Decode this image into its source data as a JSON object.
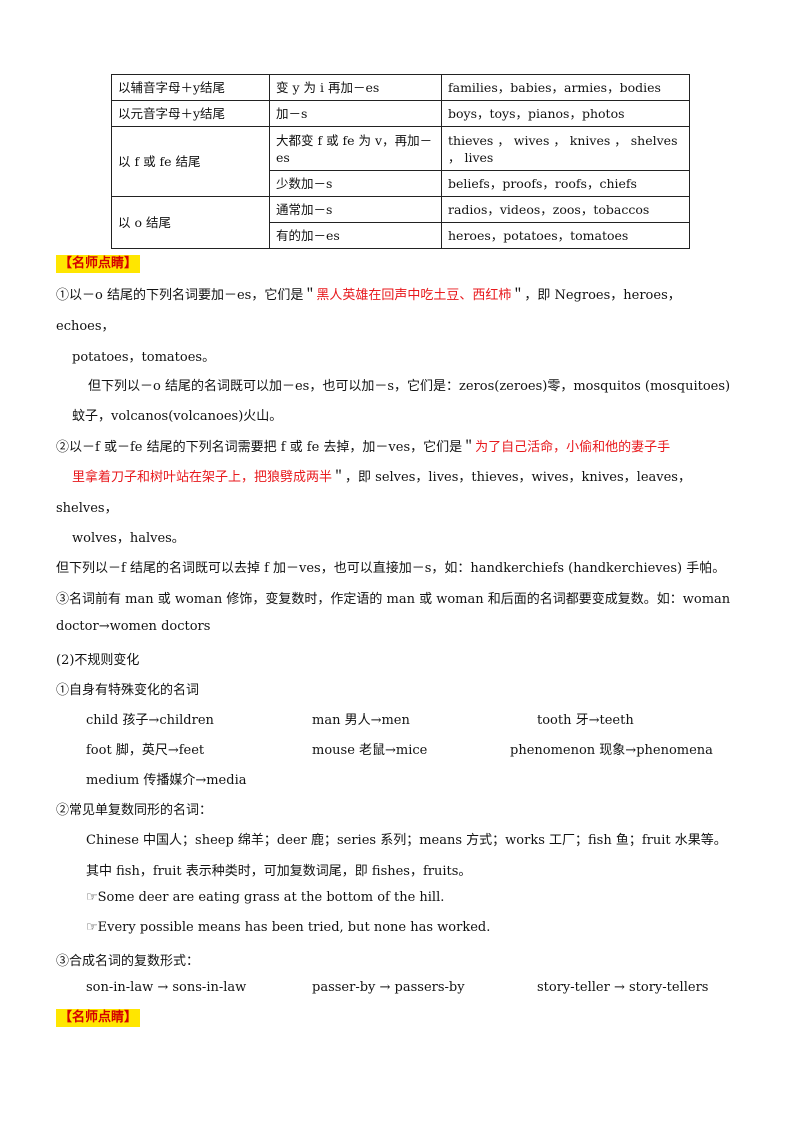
{
  "table": {
    "rows": [
      {
        "type": "以辅音字母＋y结尾",
        "rule": "变 y 为 i 再加－es",
        "examples": "families，babies，armies，bodies"
      },
      {
        "type": "以元音字母＋y结尾",
        "rule": "加－s",
        "examples": "boys，toys，pianos，photos"
      },
      {
        "type": "以 f 或 fe 结尾",
        "rule": "大都变 f 或 fe 为 v，再加－es",
        "examples": "thieves ， wives ， knives ， shelves ， lives"
      },
      {
        "type": "",
        "rule": "少数加－s",
        "examples": "beliefs，proofs，roofs，chiefs"
      },
      {
        "type": "以 o 结尾",
        "rule": "通常加－s",
        "examples": "radios，videos，zoos，tobaccos"
      },
      {
        "type": "",
        "rule": "有的加－es",
        "examples": "heroes，potatoes，tomatoes"
      }
    ]
  },
  "tip_label": "【名师点睛】",
  "note1": {
    "prefix": "①以－o 结尾的下列名词要加－es，它们是＂",
    "mnemonic": "黑人英雄在回声中吃土豆、西红柿",
    "suffix": "＂，即 Negroes，heroes，",
    "line2": "echoes，",
    "line3": "potatoes，tomatoes。",
    "line4": "但下列以－o 结尾的名词既可以加－es，也可以加－s，它们是：zeros(zeroes)零，mosquitos (mosquitoes)",
    "line5": "蚊子，volcanos(volcanoes)火山。"
  },
  "note2": {
    "prefix": "②以－f 或－fe 结尾的下列名词需要把 f 或 fe 去掉，加－ves，它们是＂",
    "mnemonic_a": "为了自己活命，小偷和他的妻子手",
    "mnemonic_b": "里拿着刀子和树叶站在架子上，把狼劈成两半",
    "suffix": "＂，即 selves，lives，thieves，wives，knives，leaves，",
    "line3": "shelves，",
    "line4": "wolves，halves。",
    "line5": "但下列以－f 结尾的名词既可以去掉 f 加－ves，也可以直接加－s，如：handkerchiefs (handkerchieves)  手帕。"
  },
  "note3": {
    "line1": "③名词前有 man 或 woman 修饰，变复数时，作定语的 man  或 woman 和后面的名词都要变成复数。如：woman",
    "line2": "doctor→women doctors"
  },
  "section2": {
    "title": "(2)不规则变化",
    "sub1": "①自身有特殊变化的名词",
    "irregular": [
      [
        "child 孩子→children",
        "man 男人→men",
        "tooth 牙→teeth"
      ],
      [
        "foot 脚，英尺→feet",
        "mouse 老鼠→mice",
        "phenomenon 现象→phenomena"
      ],
      [
        "medium 传播媒介→media",
        "",
        ""
      ]
    ],
    "sub2": "②常见单复数同形的名词：",
    "same_form": "Chinese  中国人；sheep  绵羊；deer 鹿；series  系列；means  方式；works  工厂；fish  鱼；fruit  水果等。",
    "same_form_note": "其中 fish，fruit 表示种类时，可加复数词尾，即 fishes，fruits。",
    "example1": "☞Some  deer  are  eating  grass  at  the  bottom  of  the  hill.",
    "example2": "☞Every  possible  means  has  been  tried,  but  none  has  worked.",
    "sub3": "③合成名词的复数形式：",
    "compound": [
      "son-in-law  →  sons-in-law",
      "passer-by  →  passers-by",
      "story-teller  →  story-tellers"
    ]
  }
}
